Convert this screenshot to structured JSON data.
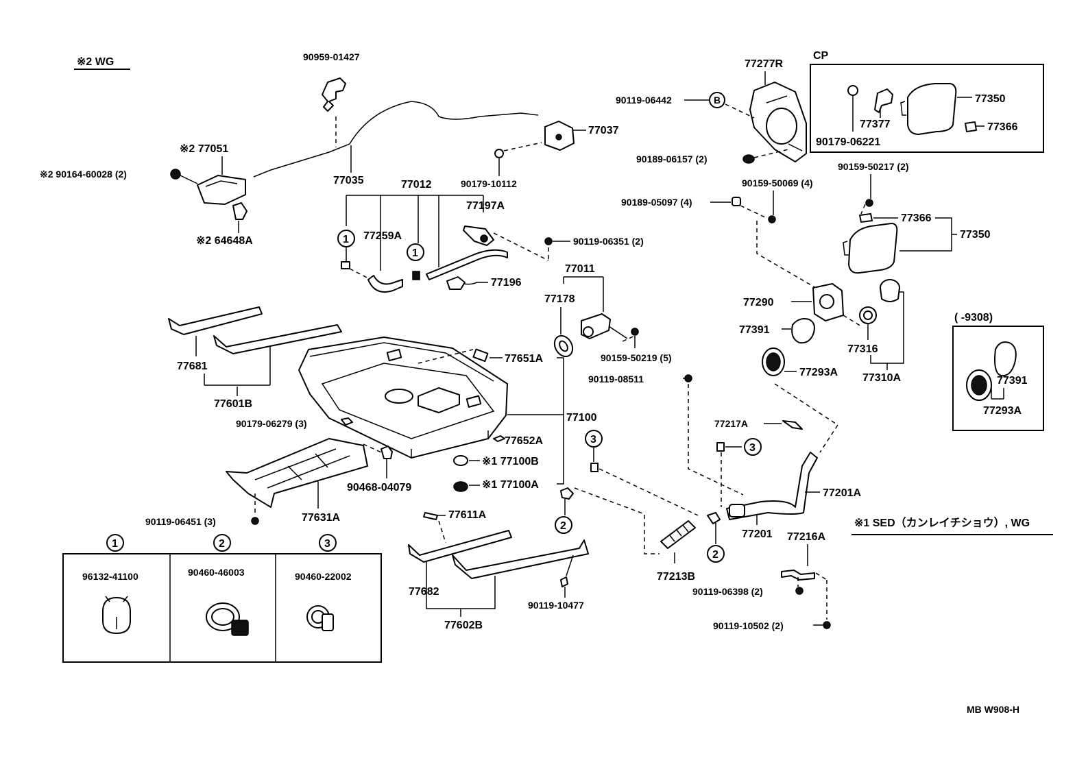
{
  "header": {
    "note_wg": "※2  WG",
    "cp_label": "CP",
    "note_sed": "※1 SED（カンレイチショウ）, WG",
    "diagram_code": "MB  W908-H",
    "date_range": "(        -9308)"
  },
  "parts": {
    "p90959_01427": "90959-01427",
    "p77051": "※2 77051",
    "p90164_60028": "※2 90164-60028 (2)",
    "p64648A": "※2 64648A",
    "p77035": "77035",
    "p77037": "77037",
    "p90179_10112": "90179-10112",
    "p77012": "77012",
    "p77259A": "77259A",
    "p77197A": "77197A",
    "p90119_06351": "90119-06351 (2)",
    "p77196": "77196",
    "p77011": "77011",
    "p77178": "77178",
    "p90159_50219": "90159-50219 (5)",
    "p77681": "77681",
    "p77601B": "77601B",
    "p77651A": "77651A",
    "p77100": "77100",
    "p90179_06279": "90179-06279 (3)",
    "p77652A": "77652A",
    "p77100B": "※1 77100B",
    "p77100A": "※1 77100A",
    "p90468_04079": "90468-04079",
    "p77631A": "77631A",
    "p90119_06451": "90119-06451 (3)",
    "p77611A": "77611A",
    "p77682": "77682",
    "p77602B": "77602B",
    "p90119_10477": "90119-10477",
    "p77277R": "77277R",
    "p90119_06442": "90119-06442",
    "p90189_06157": "90189-06157 (2)",
    "p90159_50069": "90159-50069 (4)",
    "p90189_05097": "90189-05097 (4)",
    "p77290": "77290",
    "p77391": "77391",
    "p77293A": "77293A",
    "p90119_08511": "90119-08511",
    "p77217A": "77217A",
    "p77201A": "77201A",
    "p77201": "77201",
    "p77216A": "77216A",
    "p77213B": "77213B",
    "p90119_06398": "90119-06398 (2)",
    "p90119_10502": "90119-10502 (2)",
    "p77350_cp": "77350",
    "p77377": "77377",
    "p77366_cp": "77366",
    "p90179_06221": "90179-06221",
    "p90159_50217": "90159-50217 (2)",
    "p77366": "77366",
    "p77350": "77350",
    "p77316": "77316",
    "p77310A": "77310A",
    "p77391_b": "77391",
    "p77293A_b": "77293A"
  },
  "markers": {
    "one": "1",
    "two": "2",
    "three": "3",
    "b": "B"
  },
  "legend": {
    "col1_no": "1",
    "col1_part": "96132-41100",
    "col2_no": "2",
    "col2_part": "90460-46003",
    "col3_no": "3",
    "col3_part": "90460-22002"
  }
}
